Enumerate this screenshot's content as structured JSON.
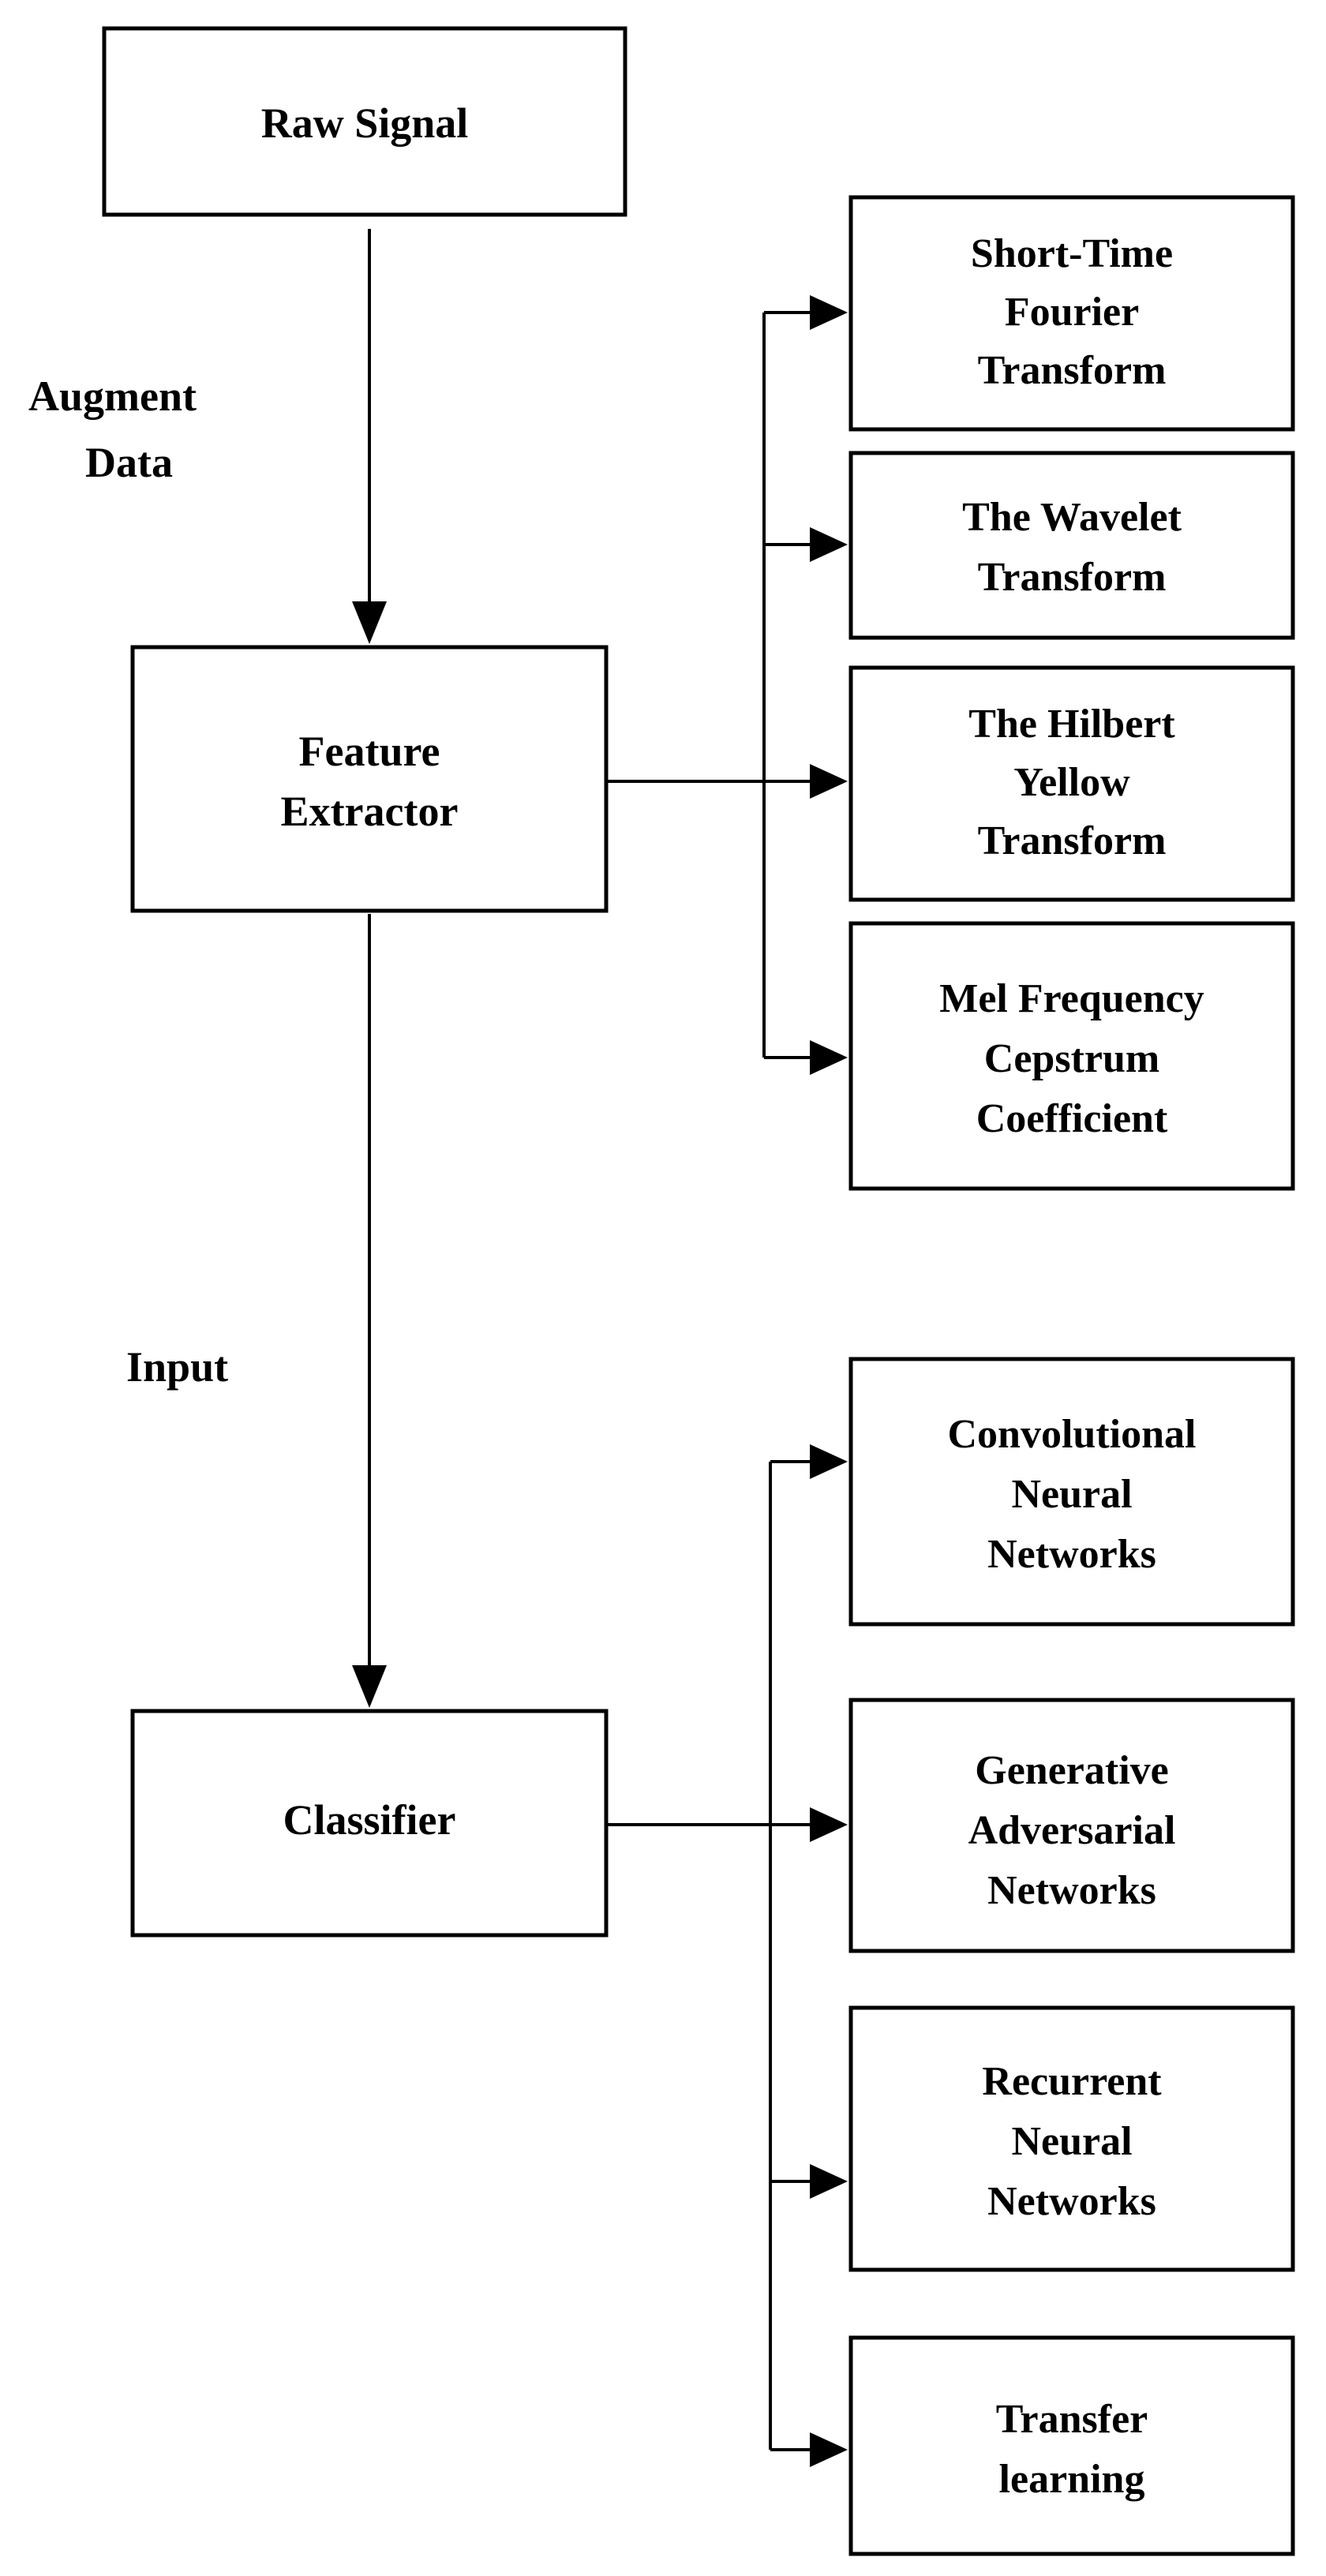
{
  "nodes": {
    "raw_signal": "Raw Signal",
    "feature_extractor": [
      "Feature",
      "Extractor"
    ],
    "classifier": "Classifier"
  },
  "edges": {
    "augment_data": [
      "Augment",
      "Data"
    ],
    "input": "Input"
  },
  "feature_methods": [
    [
      "Short-Time",
      "Fourier",
      "Transform"
    ],
    [
      "The Wavelet",
      "Transform"
    ],
    [
      "The Hilbert",
      "Yellow",
      "Transform"
    ],
    [
      "Mel Frequency",
      "Cepstrum",
      "Coefficient"
    ]
  ],
  "classifier_methods": [
    [
      "Convolutional",
      "Neural",
      "Networks"
    ],
    [
      "Generative",
      "Adversarial",
      "Networks"
    ],
    [
      "Recurrent",
      "Neural",
      "Networks"
    ],
    [
      "Transfer",
      "learning"
    ]
  ]
}
